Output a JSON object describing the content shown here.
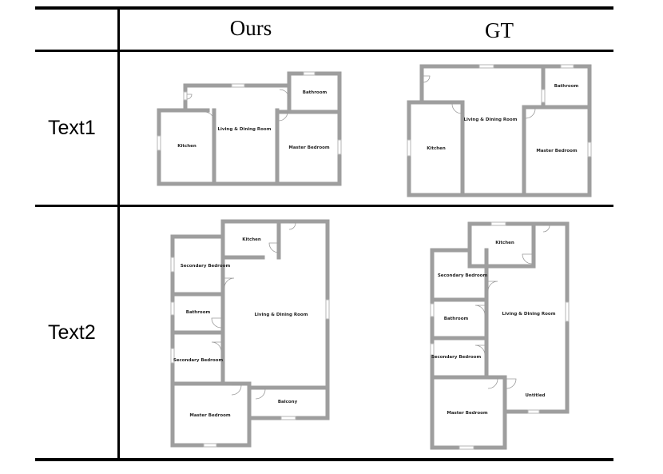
{
  "columns": {
    "ours": "Ours",
    "gt": "GT"
  },
  "rows": {
    "text1": "Text1",
    "text2": "Text2"
  },
  "plans": {
    "text1_ours": {
      "bathroom": "Bathroom",
      "living": "Living & Dining Room",
      "kitchen": "Kitchen",
      "master": "Master Bedroom"
    },
    "text1_gt": {
      "bathroom": "Bathroom",
      "living": "Living & Dining Room",
      "kitchen": "Kitchen",
      "master": "Master Bedroom"
    },
    "text2_ours": {
      "kitchen": "Kitchen",
      "secondary1": "Secondary Bedroom",
      "bathroom": "Bathroom",
      "secondary2": "Secondary Bedroom",
      "living": "Living & Dining Room",
      "master": "Master Bedroom",
      "balcony": "Balcony"
    },
    "text2_gt": {
      "kitchen": "Kitchen",
      "secondary1": "Secondary Bedroom",
      "bathroom": "Bathroom",
      "secondary2": "Secondary Bedroom",
      "living": "Living & Dining Room",
      "master": "Master Bedroom",
      "untitled": "Untitled"
    }
  }
}
